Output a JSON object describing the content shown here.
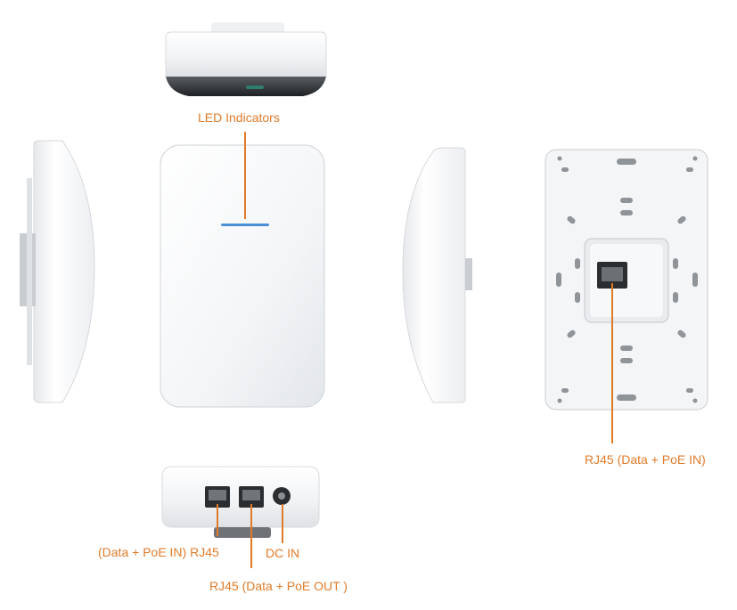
{
  "colors": {
    "accent": "#e07b2a",
    "led": "#4a90d9",
    "device_white": "#f6f7f8",
    "device_shadow": "#d9dcdf"
  },
  "labels": {
    "led_indicators": "LED Indicators",
    "rj45_rear": "RJ45 (Data + PoE IN)",
    "rj45_in": "(Data + PoE IN) RJ45",
    "dc_in": "DC IN",
    "rj45_out": "RJ45 (Data + PoE OUT )"
  }
}
